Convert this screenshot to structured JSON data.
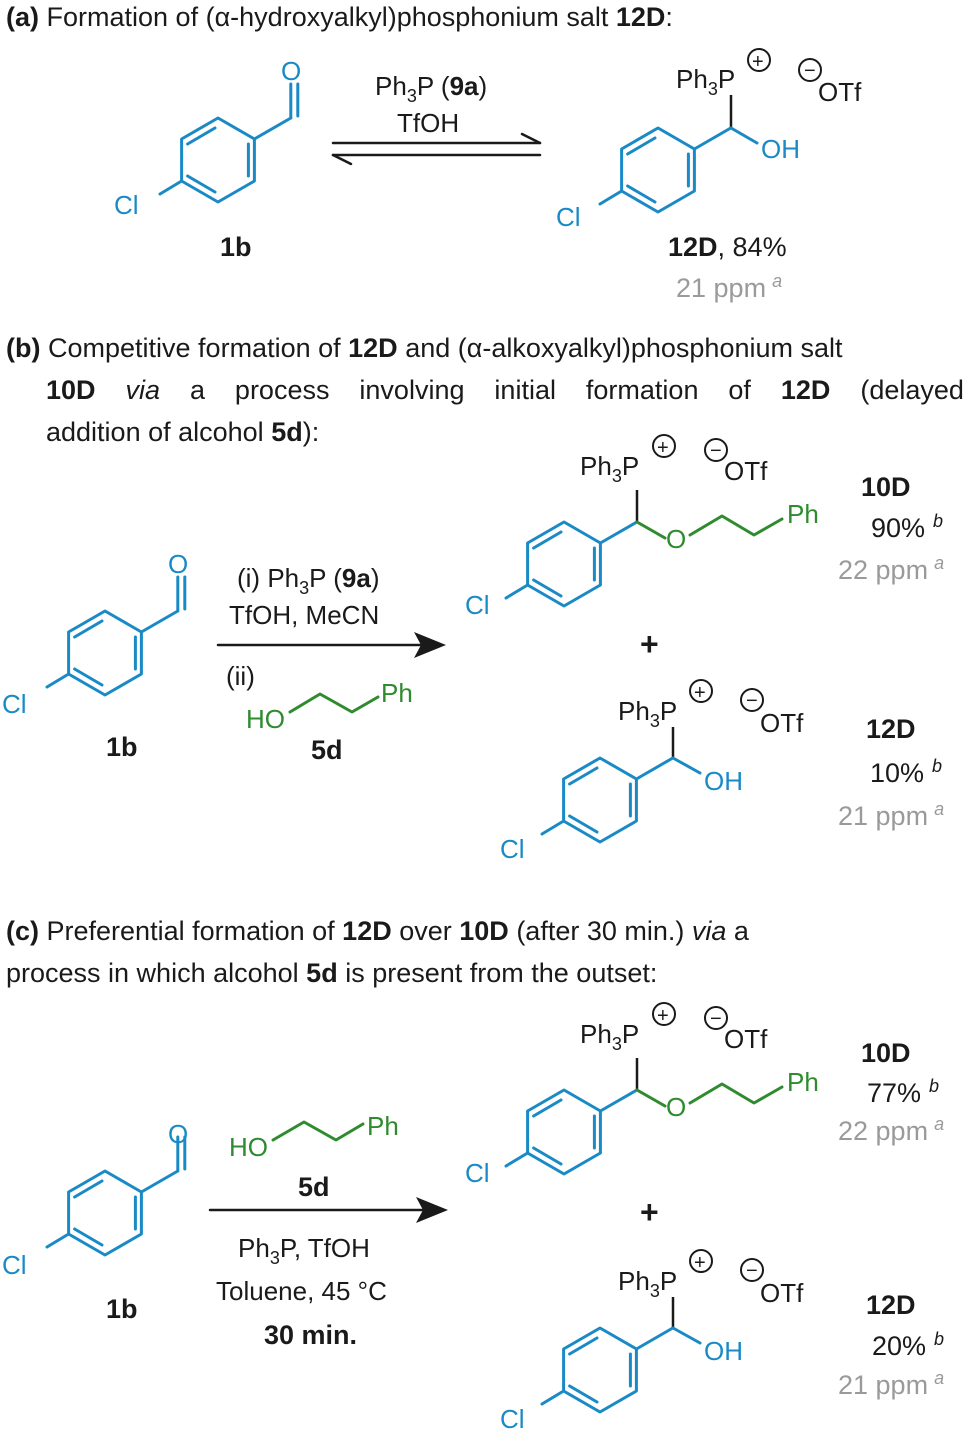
{
  "sections": {
    "a": {
      "label": "(a)",
      "title": "Formation of (α-hydroxyalkyl)phosphonium salt",
      "compound": "12D",
      "suffix": ":"
    },
    "b": {
      "label": "(b)",
      "t1": "Competitive formation of",
      "c1": "12D",
      "t2": "and (α-alkoxyalkyl)phosphonium salt",
      "c2": "10D",
      "via": "via",
      "t3": "a process involving initial formation of",
      "c3": "12D",
      "t4": "(delayed",
      "t5": "addition of alcohol",
      "c4": "5d",
      "t6": "):"
    },
    "c": {
      "label": "(c)",
      "t1": "Preferential formation of",
      "c1": "12D",
      "t2": "over",
      "c2": "10D",
      "t3": "(after 30 min.)",
      "via": "via",
      "t4": "a",
      "t5": "process in which alcohol",
      "c3": "5d",
      "t6": "is present from the outset:"
    }
  },
  "atoms": {
    "O": "O",
    "Cl": "Cl",
    "OH": "OH",
    "HO": "HO",
    "Ph": "Ph",
    "Ph3P": "Ph",
    "sub3": "3",
    "P": "P",
    "OTf": "OTf",
    "plus_charge": "+",
    "minus_charge": "−",
    "plus": "+"
  },
  "reaction_a": {
    "reagent1_pre": "Ph",
    "reagent1_sub": "3",
    "reagent1_mid": "P (",
    "reagent1_cpd": "9a",
    "reagent1_post": ")",
    "reagent2": "TfOH",
    "start_label": "1b",
    "product_label": "12D",
    "product_yield": ", 84%",
    "product_shift": "21 ppm",
    "note": "a"
  },
  "reaction_b": {
    "step1_pre": "(i) Ph",
    "step1_sub": "3",
    "step1_mid": "P (",
    "step1_cpd": "9a",
    "step1_post": ")",
    "step1_line2": "TfOH, MeCN",
    "step2": "(ii)",
    "alcohol_label": "5d",
    "start_label": "1b",
    "p1_label": "10D",
    "p1_yield": "90%",
    "p1_note": "b",
    "p1_shift": "22 ppm",
    "p1_shift_note": "a",
    "p2_label": "12D",
    "p2_yield": "10%",
    "p2_note": "b",
    "p2_shift": "21 ppm",
    "p2_shift_note": "a"
  },
  "reaction_c": {
    "alcohol_label": "5d",
    "cond1_pre": "Ph",
    "cond1_sub": "3",
    "cond1_post": "P,  TfOH",
    "cond2": "Toluene, 45 °C",
    "cond3": "30 min.",
    "start_label": "1b",
    "p1_label": "10D",
    "p1_yield": "77%",
    "p1_note": "b",
    "p1_shift": "22 ppm",
    "p1_shift_note": "a",
    "p2_label": "12D",
    "p2_yield": "20%",
    "p2_note": "b",
    "p2_shift": "21 ppm",
    "p2_shift_note": "a"
  },
  "colors": {
    "molecule": "#1a8ac6",
    "alcohol": "#2e8b2e",
    "shift": "#9a9a9a",
    "text": "#1a1a1a"
  }
}
